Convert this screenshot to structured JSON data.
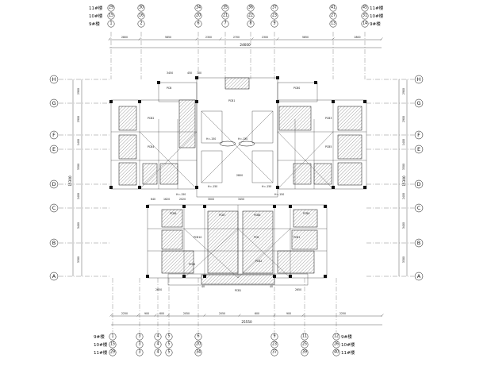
{
  "top_axis_rows": [
    {
      "label": "11#楼",
      "cells": [
        "29",
        "30",
        "34",
        "35",
        "36",
        "37",
        "41",
        "45"
      ],
      "suffix": "11#楼"
    },
    {
      "label": "10#楼",
      "cells": [
        "15",
        "16",
        "20",
        "21",
        "22",
        "23",
        "27",
        "31"
      ],
      "suffix": "10#楼"
    },
    {
      "label": "9#楼",
      "cells": [
        "1",
        "2",
        "6",
        "7",
        "8",
        "9",
        "13",
        "14"
      ],
      "suffix": "9#楼"
    }
  ],
  "bottom_axis_rows": [
    {
      "label": "9#楼",
      "cells": [
        "1",
        "3",
        "4",
        "5",
        "6",
        "9",
        "11",
        "12"
      ],
      "suffix": "9#楼"
    },
    {
      "label": "10#楼",
      "cells": [
        "15",
        "3",
        "4",
        "5",
        "20",
        "23",
        "25",
        "26"
      ],
      "suffix": "10#楼"
    },
    {
      "label": "11#楼",
      "cells": [
        "29",
        "3",
        "4",
        "5",
        "34",
        "37",
        "39",
        "40"
      ],
      "suffix": "11#楼"
    }
  ],
  "left_axes": [
    "H",
    "G",
    "F",
    "E",
    "D",
    "C",
    "B",
    "A"
  ],
  "right_axes": [
    "H",
    "G",
    "F",
    "E",
    "D",
    "C",
    "B",
    "A"
  ],
  "top_dims_row1": [
    "2800",
    "5850",
    "2300",
    "2700",
    "2300",
    "5850",
    "2800"
  ],
  "top_dim_total": "24600",
  "bottom_dims_row1": [
    "2250",
    "900",
    "600",
    "2050",
    "2050",
    "600",
    "900",
    "2250"
  ],
  "bottom_dim_total": "25550",
  "left_dims": [
    "2900",
    "2900",
    "1400",
    "3300",
    "2400",
    "3400",
    "3300"
  ],
  "left_dim_total": "15300",
  "right_dims": [
    "2900",
    "2900",
    "1400",
    "3300",
    "2400",
    "3400",
    "3300"
  ],
  "right_dim_total": "15300",
  "plan_labels": {
    "inner_dims": [
      "3450",
      "450",
      "700",
      "2800",
      "3000",
      "3450",
      "640",
      "1620",
      "2020",
      "2650",
      "2650",
      "40",
      "40"
    ],
    "slab_tags": [
      "PCB",
      "PCB1",
      "PCBS",
      "PCB2",
      "PCB3",
      "PCB4",
      "PCB5",
      "PCB6",
      "PCB7",
      "PCB8",
      "PCB9",
      "PCB10"
    ],
    "elev_tags": [
      "H=-150",
      "H=-150",
      "H=-150",
      "H=-150",
      "H=-150",
      "H=-150"
    ],
    "bottom_tag": "PCB1"
  }
}
